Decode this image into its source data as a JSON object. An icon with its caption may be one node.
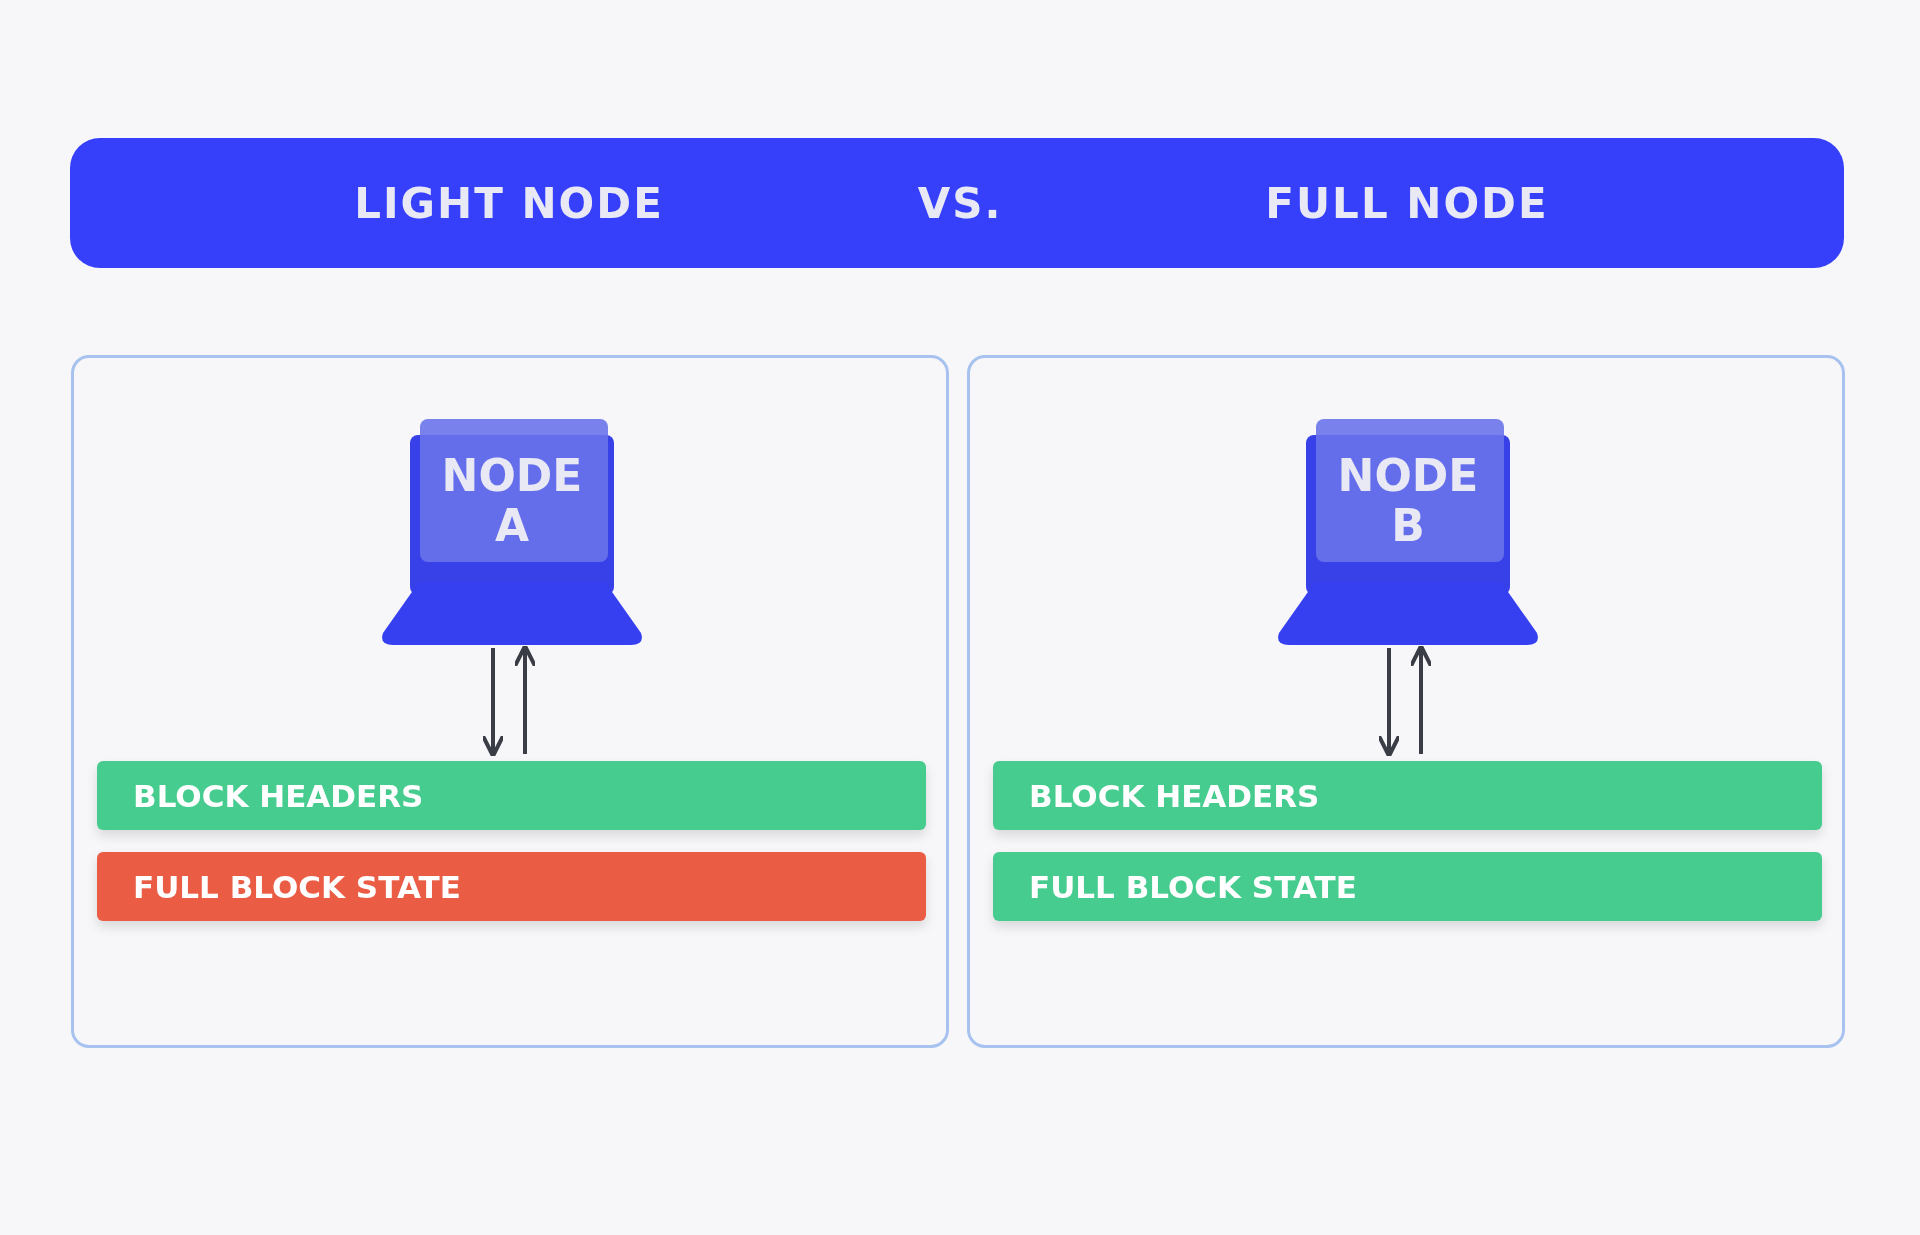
{
  "diagram": {
    "nodes": [
      {
        "text": [
          "LIGHT NODE",
          "VS.",
          "FULL NODE"
        ]
      },
      {
        "text": [],
        "shape": "box"
      },
      {
        "text": [
          "NODE A"
        ],
        "in": 1
      },
      {
        "text": [
          "BLOCK HEADERS"
        ],
        "in": 1
      },
      {
        "text": [
          "FULL BLOCK STATE"
        ],
        "in": 1
      },
      {
        "text": [],
        "shape": "box"
      },
      {
        "text": [
          "NODE B"
        ],
        "in": 5
      },
      {
        "text": [
          "BLOCK HEADERS"
        ],
        "in": 5
      },
      {
        "text": [
          "FULL BLOCK STATE"
        ],
        "in": 5
      }
    ],
    "edges": [
      {
        "from": 2,
        "to": 3,
        "arrow": "to"
      },
      {
        "from": 3,
        "to": 2,
        "arrow": "to"
      },
      {
        "from": 6,
        "to": 7,
        "arrow": "to"
      },
      {
        "from": 7,
        "to": 6,
        "arrow": "to"
      }
    ]
  }
}
